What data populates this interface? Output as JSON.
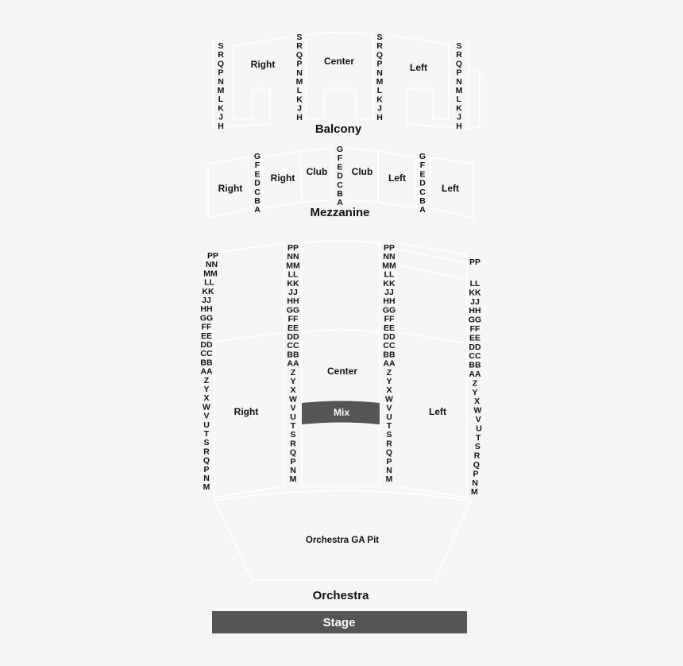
{
  "balcony": {
    "title": "Balcony",
    "sections": {
      "right": "Right",
      "center": "Center",
      "left": "Left"
    },
    "rows": [
      "S",
      "R",
      "Q",
      "P",
      "N",
      "M",
      "L",
      "K",
      "J",
      "H"
    ]
  },
  "mezzanine": {
    "title": "Mezzanine",
    "sections": {
      "right_outer": "Right",
      "right_inner": "Right",
      "club_right": "Club",
      "club_left": "Club",
      "left_inner": "Left",
      "left_outer": "Left"
    },
    "rows": [
      "G",
      "F",
      "E",
      "D",
      "C",
      "B",
      "A"
    ]
  },
  "orchestra": {
    "title": "Orchestra",
    "sections": {
      "right": "Right",
      "center": "Center",
      "left": "Left"
    },
    "mix": "Mix",
    "pit": "Orchestra GA Pit",
    "rows_outer_right": [
      "PP",
      "NN",
      "MM",
      "LL",
      "KK",
      "JJ",
      "HH",
      "GG",
      "FF",
      "EE",
      "DD",
      "CC",
      "BB",
      "AA",
      "Z",
      "Y",
      "X",
      "W",
      "V",
      "U",
      "T",
      "S",
      "R",
      "Q",
      "P",
      "N",
      "M"
    ],
    "rows_inner": [
      "PP",
      "NN",
      "MM",
      "LL",
      "KK",
      "JJ",
      "HH",
      "GG",
      "FF",
      "EE",
      "DD",
      "CC",
      "BB",
      "AA",
      "Z",
      "Y",
      "X",
      "W",
      "V",
      "U",
      "T",
      "S",
      "R",
      "Q",
      "P",
      "N",
      "M"
    ],
    "rows_outer_left_top": [
      "PP"
    ],
    "rows_outer_left": [
      "LL",
      "KK",
      "JJ",
      "HH",
      "GG",
      "FF",
      "EE",
      "DD",
      "CC",
      "BB",
      "AA",
      "Z",
      "Y",
      "X",
      "W",
      "V",
      "U",
      "T",
      "S",
      "R",
      "Q",
      "P",
      "N",
      "M"
    ]
  },
  "stage": "Stage",
  "colors": {
    "background": "#f5f5f5",
    "dark_block": "#555555",
    "text": "#111111",
    "outline": "#ffffff"
  }
}
